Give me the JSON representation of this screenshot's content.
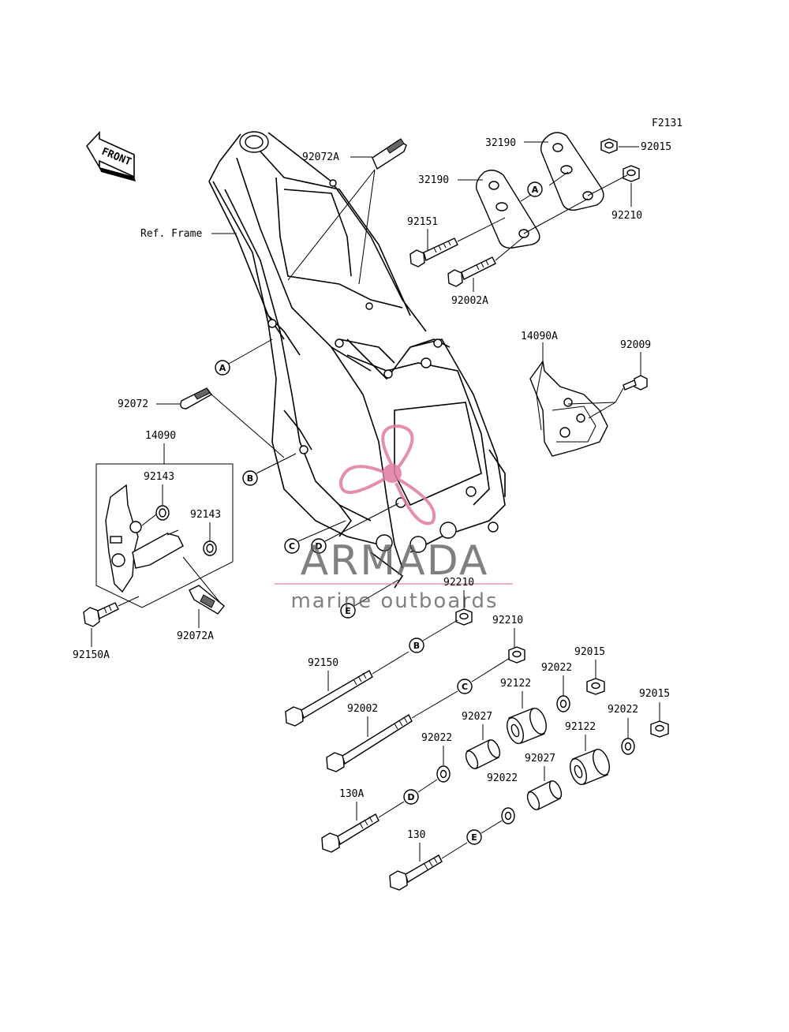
{
  "figure_code": "F2131",
  "front_label": "FRONT",
  "ref_frame_label": "Ref. Frame",
  "part_numbers": {
    "p92072A_top": "92072A",
    "p32190_a": "32190",
    "p32190_b": "32190",
    "p92015_top": "92015",
    "p92210_top": "92210",
    "p92151": "92151",
    "p92002A": "92002A",
    "p14090A": "14090A",
    "p92009": "92009",
    "p92072": "92072",
    "p14090": "14090",
    "p92143_a": "92143",
    "p92143_b": "92143",
    "p92150A": "92150A",
    "p92072A_bottom": "92072A",
    "p92210_mid": "92210",
    "p92210_right": "92210",
    "p92150": "92150",
    "p92015_a": "92015",
    "p92022_a": "92022",
    "p92122_a": "92122",
    "p92002": "92002",
    "p92027_a": "92027",
    "p92022_b": "92022",
    "p92122_b": "92122",
    "p92022_c": "92022",
    "p92015_b": "92015",
    "p92027_b": "92027",
    "p92022_d": "92022",
    "p130A": "130A",
    "p130": "130"
  },
  "callouts": {
    "A_top": "A",
    "A_left": "A",
    "B_left": "B",
    "B_bolt": "B",
    "C_frame": "C",
    "C_bolt": "C",
    "D_frame": "D",
    "D_bolt": "D",
    "E_frame": "E",
    "E_bolt": "E"
  },
  "watermark": {
    "brand": "ARMADA",
    "tagline": "marine outboards",
    "logo_color": "#e07aa0"
  }
}
